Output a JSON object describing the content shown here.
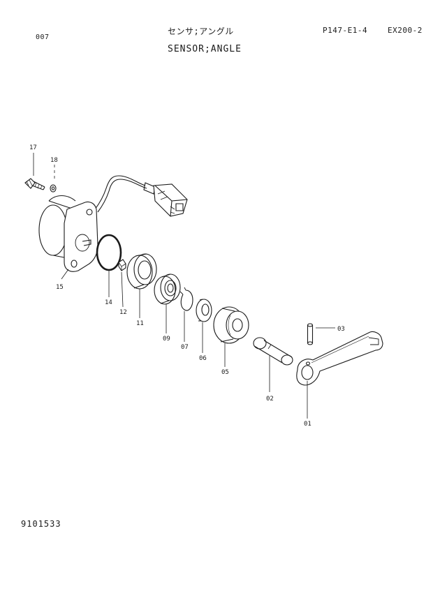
{
  "header": {
    "page_code": "007",
    "title_jp": "センサ;アングル",
    "title_en": "SENSOR;ANGLE",
    "page_ref": "P147-E1-4",
    "model": "EX200-2"
  },
  "footer": {
    "doc_number": "9101533"
  },
  "callouts": {
    "c17": "17",
    "c18": "18",
    "c15": "15",
    "c14": "14",
    "c12": "12",
    "c11": "11",
    "c09": "09",
    "c07": "07",
    "c06": "06",
    "c05": "05",
    "c02": "02",
    "c03": "03",
    "c01": "01"
  }
}
